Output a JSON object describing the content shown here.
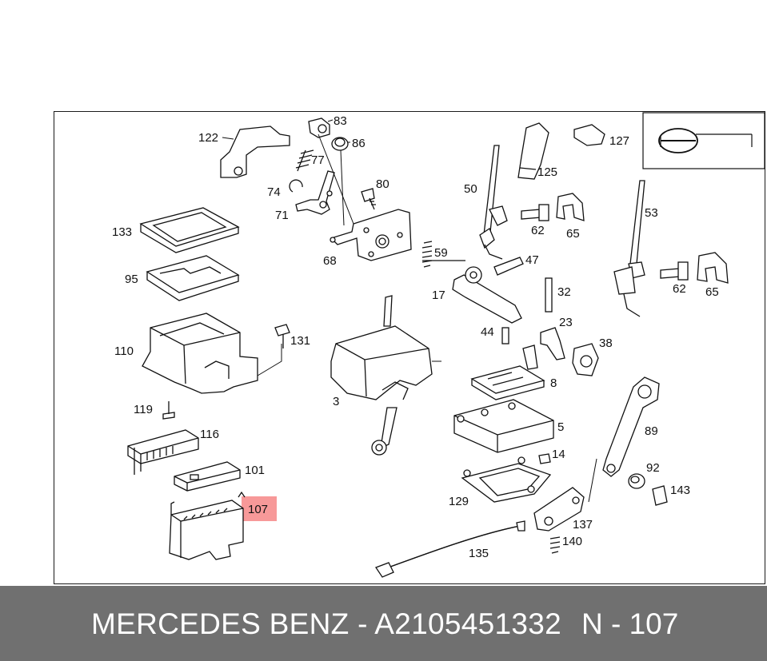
{
  "footer": {
    "part_text": "MERCEDES BENZ - A2105451332",
    "ref_text": "N - 107"
  },
  "diagram": {
    "highlighted_label": "107",
    "labels": {
      "l122": "122",
      "l83": "83",
      "l86": "86",
      "l77": "77",
      "l80": "80",
      "l74": "74",
      "l71": "71",
      "l127": "127",
      "l125": "125",
      "l50": "50",
      "l53": "53",
      "l62a": "62",
      "l65a": "65",
      "l133": "133",
      "l68": "68",
      "l59": "59",
      "l47": "47",
      "l95": "95",
      "l17": "17",
      "l62b": "62",
      "l65b": "65",
      "l32": "32",
      "l23": "23",
      "l44": "44",
      "l38": "38",
      "l110": "110",
      "l131": "131",
      "l3": "3",
      "l8": "8",
      "l119": "119",
      "l5": "5",
      "l89": "89",
      "l116": "116",
      "l14": "14",
      "l101": "101",
      "l92": "92",
      "l143": "143",
      "l129": "129",
      "l107": "107",
      "l137": "137",
      "l140": "140",
      "l135": "135"
    }
  }
}
